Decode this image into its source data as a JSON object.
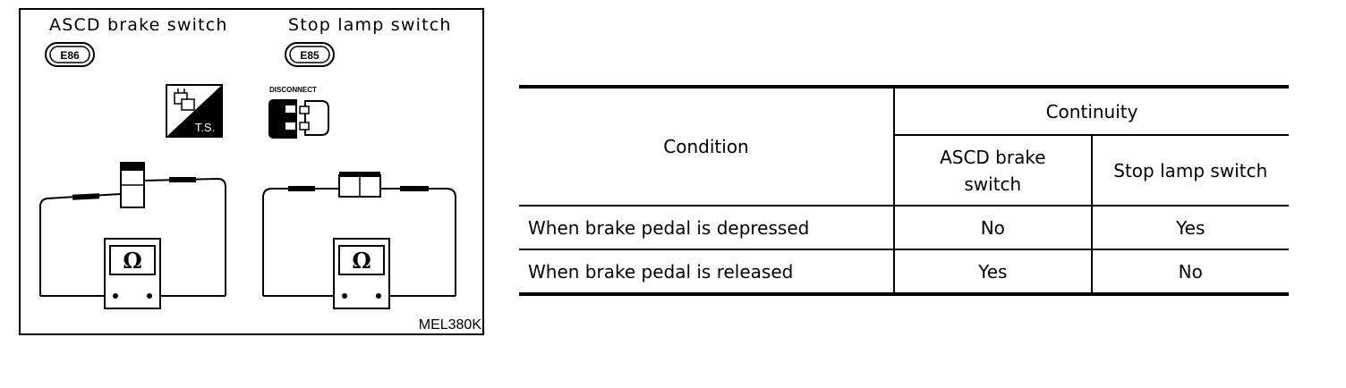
{
  "diagram": {
    "left_label": "ASCD brake switch",
    "left_connector": "E86",
    "right_label": "Stop lamp switch",
    "right_connector": "E85",
    "ts_label": "T.S.",
    "disconnect_label": "DISCONNECT",
    "ohm_symbol": "Ω",
    "reference_code": "MEL380K"
  },
  "table": {
    "condition_header": "Condition",
    "continuity_header": "Continuity",
    "ascd_header_line1": "ASCD brake",
    "ascd_header_line2": "switch",
    "stop_header": "Stop lamp switch",
    "rows": [
      {
        "condition": "When brake pedal is depressed",
        "ascd": "No",
        "stop": "Yes"
      },
      {
        "condition": "When brake pedal is released",
        "ascd": "Yes",
        "stop": "No"
      }
    ]
  }
}
